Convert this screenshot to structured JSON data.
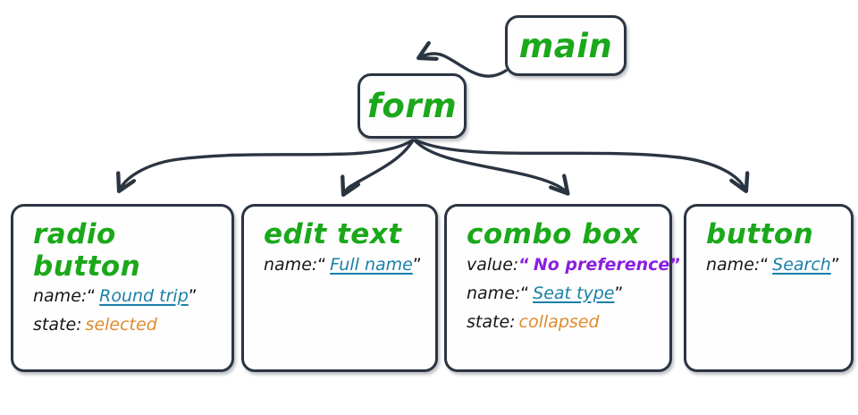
{
  "diagram": {
    "type": "ui-accessibility-tree",
    "root": {
      "label": "main"
    },
    "nodes": [
      {
        "id": "main",
        "label": "main",
        "properties": []
      },
      {
        "id": "form",
        "label": "form",
        "properties": []
      },
      {
        "id": "radio-button",
        "label": "radio button",
        "properties": [
          {
            "key": "name:",
            "value": "Round trip",
            "kind": "name",
            "quoted": true
          },
          {
            "key": "state:",
            "value": "selected",
            "kind": "state",
            "quoted": false
          }
        ]
      },
      {
        "id": "edit-text",
        "label": "edit text",
        "properties": [
          {
            "key": "name:",
            "value": "Full name",
            "kind": "name",
            "quoted": true
          }
        ]
      },
      {
        "id": "combo-box",
        "label": "combo box",
        "properties": [
          {
            "key": "value:",
            "value": "No preference",
            "kind": "value",
            "quoted": true
          },
          {
            "key": "name:",
            "value": "Seat type",
            "kind": "name",
            "quoted": true
          },
          {
            "key": "state:",
            "value": "collapsed",
            "kind": "state",
            "quoted": false
          }
        ]
      },
      {
        "id": "button",
        "label": "button",
        "properties": [
          {
            "key": "name:",
            "value": "Search",
            "kind": "name",
            "quoted": true
          }
        ]
      }
    ],
    "edges": [
      {
        "from": "main",
        "to": "form"
      },
      {
        "from": "form",
        "to": "radio-button"
      },
      {
        "from": "form",
        "to": "edit-text"
      },
      {
        "from": "form",
        "to": "combo-box"
      },
      {
        "from": "form",
        "to": "button"
      }
    ],
    "quotes": {
      "open": "“",
      "close": "”"
    },
    "colors": {
      "node_title": "#1ba81b",
      "node_stroke": "#2b3542",
      "node_fill": "#fefefe",
      "property_key": "#16161a",
      "name_value": "#1a80a8",
      "value_value": "#8b1fe0",
      "state_value": "#e08a2e",
      "edge": "#2b3542",
      "background": "#ffffff"
    }
  }
}
